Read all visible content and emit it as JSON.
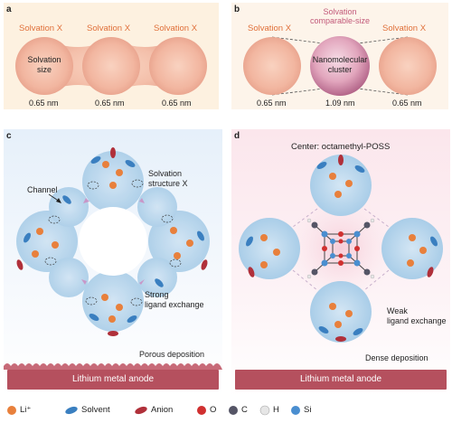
{
  "panels": {
    "a": {
      "label": "a",
      "top_labels": [
        "Solvation X",
        "Solvation X",
        "Solvation X"
      ],
      "center_text": "Solvation\nsize",
      "sizes": [
        "0.65 nm",
        "0.65 nm",
        "0.65 nm"
      ]
    },
    "b": {
      "label": "b",
      "top_labels": [
        "Solvation X",
        "Solvation\ncomparable-size",
        "Solvation X"
      ],
      "cluster_text": "Nanomolecular\ncluster",
      "sizes": [
        "0.65 nm",
        "1.09 nm",
        "0.65 nm"
      ]
    },
    "c": {
      "label": "c",
      "channel": "Channel",
      "structure": "Solvation\nstructure X",
      "exchange": "Strong\nligand exchange",
      "deposition": "Porous deposition",
      "anode": "Lithium metal anode"
    },
    "d": {
      "label": "d",
      "center": "Center: octamethyl-POSS",
      "exchange": "Weak\nligand exchange",
      "deposition": "Dense deposition",
      "anode": "Lithium metal anode"
    }
  },
  "legend": [
    {
      "name": "Li⁺",
      "icon": "li-ion-icon",
      "color": "#e8803c"
    },
    {
      "name": "Solvent",
      "icon": "solvent-icon",
      "color": "#3a7fc0"
    },
    {
      "name": "Anion",
      "icon": "anion-icon",
      "color": "#b0303a"
    },
    {
      "name": "O",
      "icon": "oxygen-atom-icon",
      "color": "#d03030"
    },
    {
      "name": "C",
      "icon": "carbon-atom-icon",
      "color": "#555566"
    },
    {
      "name": "H",
      "icon": "hydrogen-atom-icon",
      "color": "#e6e6e6"
    },
    {
      "name": "Si",
      "icon": "silicon-atom-icon",
      "color": "#4a8ed0"
    }
  ],
  "colors": {
    "accent_orange": "#e0703a",
    "cluster_pink": "#c25a7a",
    "anode": "#b5505e",
    "solvation_blue": "#a9cde8",
    "panel_a_bg": "#fdf1e0",
    "panel_b_bg": "#fdf4ea"
  }
}
